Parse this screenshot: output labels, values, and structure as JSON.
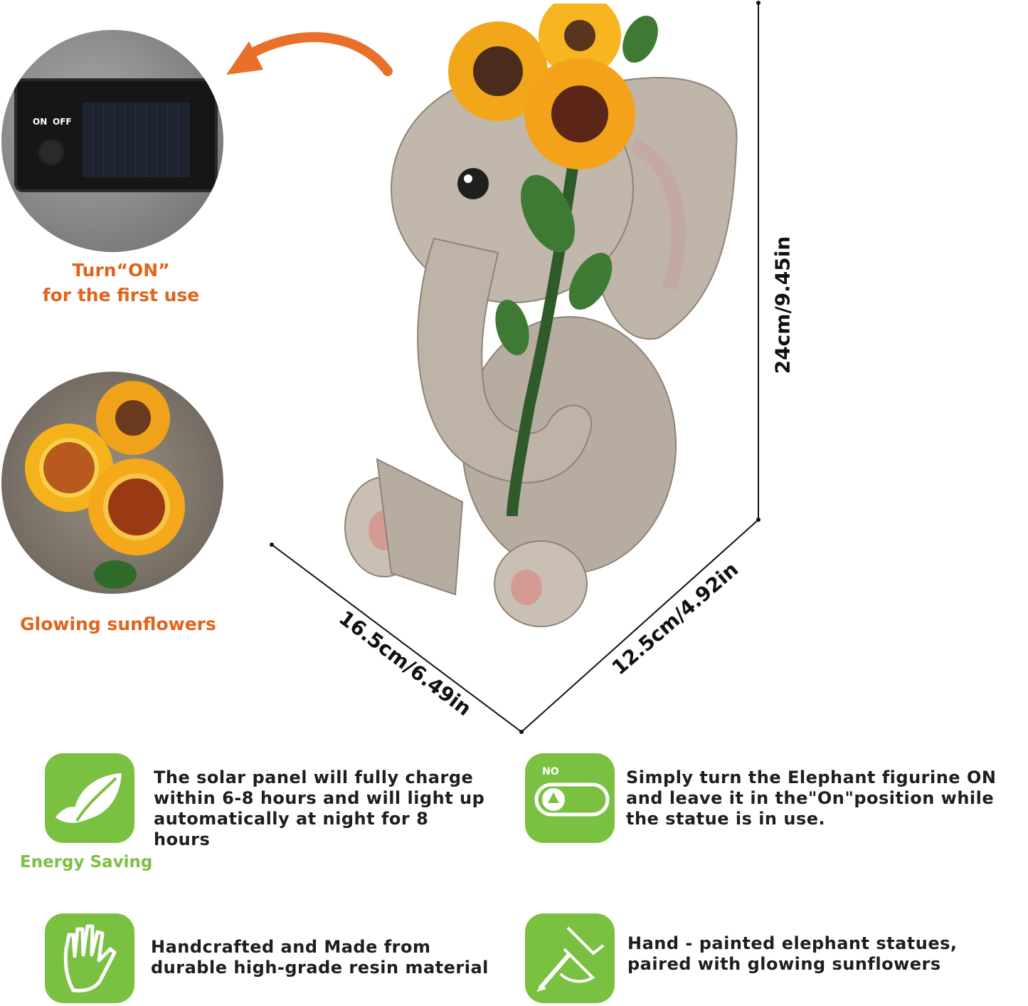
{
  "callouts": {
    "switch_caption_line1": "Turn“ON”",
    "switch_caption_line2": "for the first use",
    "switch_on_label": "ON",
    "switch_off_label": "OFF",
    "glow_caption": "Glowing sunflowers"
  },
  "dimensions": {
    "height": "24cm/9.45in",
    "width": "16.5cm/6.49in",
    "depth": "12.5cm/4.92in"
  },
  "features": [
    {
      "icon": "leaf-icon",
      "text": "The solar panel will fully charge within 6-8 hours and will light up automatically at night for 8 hours",
      "label": "Energy Saving"
    },
    {
      "icon": "toggle-switch-icon",
      "badge": "NO",
      "text": "Simply turn the Elephant figurine ON and leave it in the\"On\"position while the statue is in use."
    },
    {
      "icon": "hand-icon",
      "text": "Handcrafted and Made from durable high-grade resin material"
    },
    {
      "icon": "paintbrush-icon",
      "text": "Hand - painted elephant statues, paired with glowing sunflowers"
    }
  ],
  "colors": {
    "accent_green": "#7ac142",
    "accent_orange": "#e0651c"
  }
}
